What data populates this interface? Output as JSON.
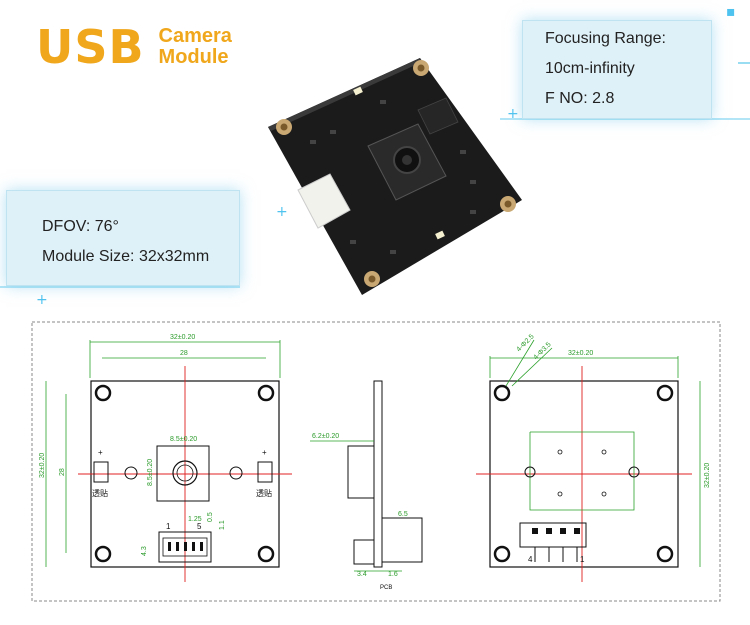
{
  "logo": {
    "title": "USB",
    "subtitle_line1": "Camera",
    "subtitle_line2": "Module"
  },
  "specs_right": [
    "Focusing Range:",
    "10cm-infinity",
    "F NO: 2.8"
  ],
  "specs_left": [
    "DFOV: 76°",
    "Module Size: 32x32mm"
  ],
  "colors": {
    "accent": "#f0a71c",
    "panel": "#dff1f8",
    "glow": "#4fc3ef",
    "dim_line": "#2aa02a",
    "center_line": "#e02020",
    "pcb": "#1b1b1b"
  },
  "drawing": {
    "front": {
      "width_dim": "32±0.20",
      "inner_width_dim": "28",
      "height_dim": "32±0.20",
      "inner_height_dim": "28",
      "lens_width_dim": "8.5±0.20",
      "lens_height_dim": "8.5±0.20",
      "lens_label": "透贴",
      "conn_pin1": "1",
      "conn_pin5": "5",
      "conn_pitch": "1.25",
      "conn_small1": "0.5",
      "conn_small2": "1.1",
      "conn_side": "4.3",
      "plus_sign": "+"
    },
    "side": {
      "lens_height_dim": "6.2±0.20",
      "bottom_dim1": "3.4",
      "bottom_dim2": "1.6",
      "pcb_label": "PCB",
      "conn_dim": "6.5"
    },
    "back": {
      "width_dim": "32±0.20",
      "height_dim": "32±0.20",
      "hole1": "4-Φ2.5",
      "hole2": "4-Φ3.5",
      "conn_pin4": "4",
      "conn_pin1": "1"
    }
  }
}
